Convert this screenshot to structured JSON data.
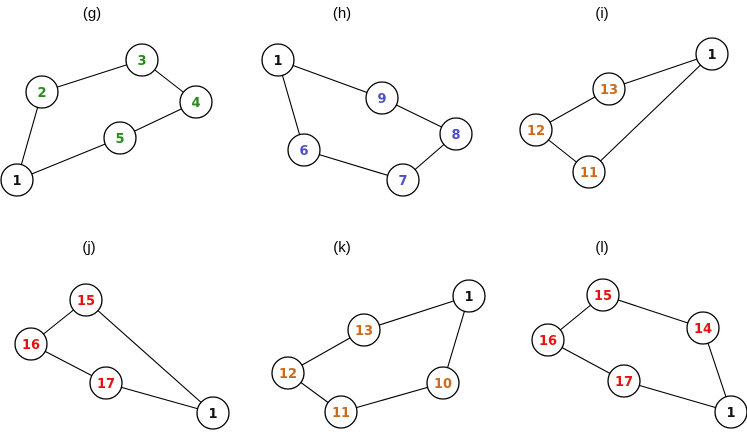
{
  "colors": {
    "black": "#111111",
    "green": "#2a8a1e",
    "blue": "#4a4fc4",
    "orange": "#cc6a1e",
    "red": "#e81010"
  },
  "panels": [
    {
      "label": "(g)",
      "nodes": [
        {
          "id": "g1",
          "text": "1",
          "color": "black"
        },
        {
          "id": "g2",
          "text": "2",
          "color": "green"
        },
        {
          "id": "g3",
          "text": "3",
          "color": "green"
        },
        {
          "id": "g4",
          "text": "4",
          "color": "green"
        },
        {
          "id": "g5",
          "text": "5",
          "color": "green"
        }
      ],
      "edges": [
        [
          "g1",
          "g2"
        ],
        [
          "g2",
          "g3"
        ],
        [
          "g3",
          "g4"
        ],
        [
          "g4",
          "g5"
        ],
        [
          "g5",
          "g1"
        ]
      ]
    },
    {
      "label": "(h)",
      "nodes": [
        {
          "id": "h1",
          "text": "1",
          "color": "black"
        },
        {
          "id": "h9",
          "text": "9",
          "color": "blue"
        },
        {
          "id": "h8",
          "text": "8",
          "color": "blue"
        },
        {
          "id": "h7",
          "text": "7",
          "color": "blue"
        },
        {
          "id": "h6",
          "text": "6",
          "color": "blue"
        }
      ],
      "edges": [
        [
          "h1",
          "h9"
        ],
        [
          "h9",
          "h8"
        ],
        [
          "h8",
          "h7"
        ],
        [
          "h7",
          "h6"
        ],
        [
          "h6",
          "h1"
        ]
      ]
    },
    {
      "label": "(i)",
      "nodes": [
        {
          "id": "i1",
          "text": "1",
          "color": "black"
        },
        {
          "id": "i13",
          "text": "13",
          "color": "orange"
        },
        {
          "id": "i12",
          "text": "12",
          "color": "orange"
        },
        {
          "id": "i11",
          "text": "11",
          "color": "orange"
        }
      ],
      "edges": [
        [
          "i1",
          "i13"
        ],
        [
          "i13",
          "i12"
        ],
        [
          "i12",
          "i11"
        ],
        [
          "i11",
          "i1"
        ]
      ]
    },
    {
      "label": "(j)",
      "nodes": [
        {
          "id": "j15",
          "text": "15",
          "color": "red"
        },
        {
          "id": "j16",
          "text": "16",
          "color": "red"
        },
        {
          "id": "j17",
          "text": "17",
          "color": "red"
        },
        {
          "id": "j1",
          "text": "1",
          "color": "black"
        }
      ],
      "edges": [
        [
          "j15",
          "j16"
        ],
        [
          "j16",
          "j17"
        ],
        [
          "j17",
          "j1"
        ],
        [
          "j1",
          "j15"
        ]
      ]
    },
    {
      "label": "(k)",
      "nodes": [
        {
          "id": "k1",
          "text": "1",
          "color": "black"
        },
        {
          "id": "k13",
          "text": "13",
          "color": "orange"
        },
        {
          "id": "k12",
          "text": "12",
          "color": "orange"
        },
        {
          "id": "k11",
          "text": "11",
          "color": "orange"
        },
        {
          "id": "k10",
          "text": "10",
          "color": "orange"
        }
      ],
      "edges": [
        [
          "k1",
          "k13"
        ],
        [
          "k13",
          "k12"
        ],
        [
          "k12",
          "k11"
        ],
        [
          "k11",
          "k10"
        ],
        [
          "k10",
          "k1"
        ]
      ]
    },
    {
      "label": "(l)",
      "nodes": [
        {
          "id": "l15",
          "text": "15",
          "color": "red"
        },
        {
          "id": "l14",
          "text": "14",
          "color": "red"
        },
        {
          "id": "l1",
          "text": "1",
          "color": "black"
        },
        {
          "id": "l17",
          "text": "17",
          "color": "red"
        },
        {
          "id": "l16",
          "text": "16",
          "color": "red"
        }
      ],
      "edges": [
        [
          "l15",
          "l14"
        ],
        [
          "l14",
          "l1"
        ],
        [
          "l1",
          "l17"
        ],
        [
          "l17",
          "l16"
        ],
        [
          "l16",
          "l15"
        ]
      ]
    }
  ]
}
